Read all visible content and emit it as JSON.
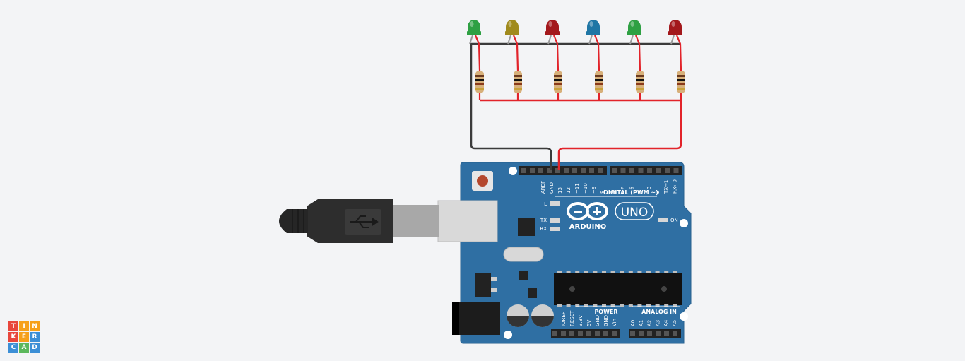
{
  "logo": {
    "letters": [
      "T",
      "I",
      "N",
      "K",
      "E",
      "R",
      "C",
      "A",
      "D"
    ],
    "colors": [
      "#e8463c",
      "#f6a01a",
      "#f6a01a",
      "#e8463c",
      "#f6a01a",
      "#3c8fd6",
      "#3c8fd6",
      "#5cb85c",
      "#3c8fd6"
    ]
  },
  "board": {
    "brand_text": "ARDUINO",
    "model_text": "UNO",
    "on_label": "ON",
    "digital_header": "DIGITAL (PWM ~)",
    "power_header": "POWER",
    "analog_header": "ANALOG IN",
    "led_labels": {
      "l": "L",
      "tx": "TX",
      "rx": "RX"
    },
    "top_left_pins": [
      "AREF",
      "GND",
      "13",
      "12",
      "~11",
      "~10",
      "~9",
      "8"
    ],
    "top_right_pins": [
      "7",
      "~6",
      "~5",
      "4",
      "~3",
      "2",
      "TX→1",
      "RX←0"
    ],
    "power_pins": [
      "IOREF",
      "RESET",
      "3.3V",
      "5V",
      "GND",
      "GND",
      "Vin"
    ],
    "analog_pins": [
      "A0",
      "A1",
      "A2",
      "A3",
      "A4",
      "A5"
    ],
    "color": "#2f6fa3"
  },
  "leds": [
    {
      "color": "#2ea043"
    },
    {
      "color": "#a08a1d"
    },
    {
      "color": "#a3181c"
    },
    {
      "color": "#1f76a5"
    },
    {
      "color": "#2ea043"
    },
    {
      "color": "#a3181c"
    }
  ],
  "wires": {
    "ground_color": "#3b3b3b",
    "signal_color": "#e2232a"
  }
}
